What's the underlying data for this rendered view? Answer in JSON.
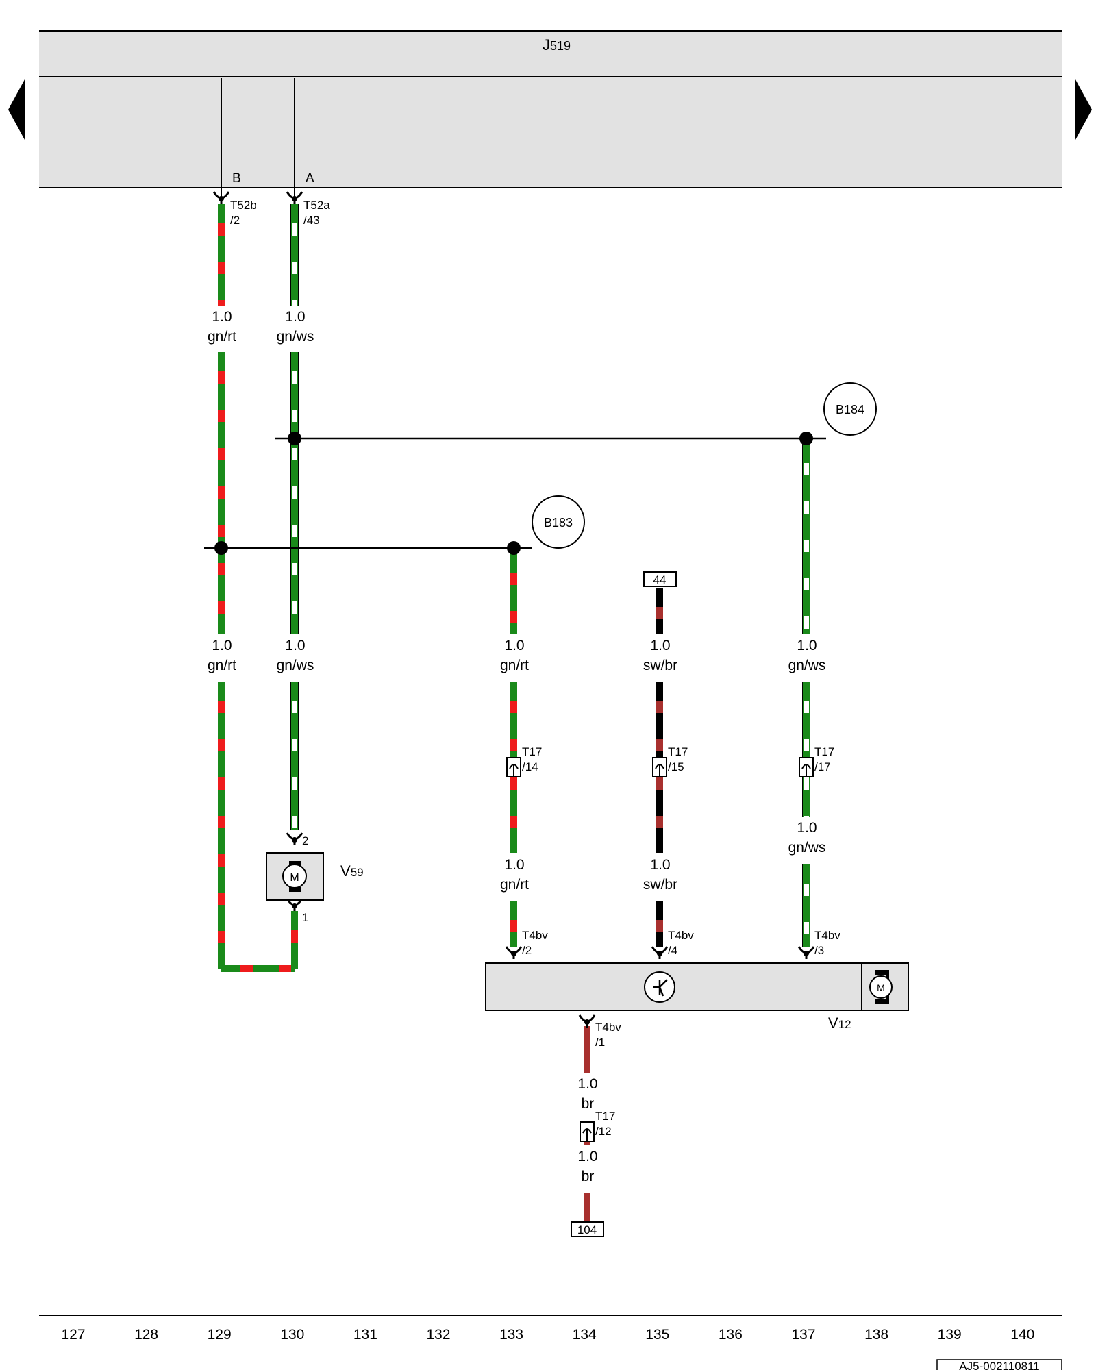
{
  "colors": {
    "gn": "#1a8a1a",
    "rt": "#ee1c1c",
    "ws": "#ffffff",
    "sw": "#000000",
    "br": "#a8302e",
    "box_fill": "#e2e2e2"
  },
  "control_unit": {
    "name": "J",
    "index": "519",
    "pins": {
      "b": "B",
      "a": "A"
    }
  },
  "navigation": {
    "prev": "previous-page",
    "next": "next-page"
  },
  "connectors": {
    "t52b": {
      "name": "T52b",
      "pin": "/2"
    },
    "t52a": {
      "name": "T52a",
      "pin": "/43"
    },
    "t17_14": {
      "name": "T17",
      "pin": "/14"
    },
    "t17_15": {
      "name": "T17",
      "pin": "/15"
    },
    "t17_17": {
      "name": "T17",
      "pin": "/17"
    },
    "t17_12": {
      "name": "T17",
      "pin": "/12"
    },
    "t4bv_2": {
      "name": "T4bv",
      "pin": "/2"
    },
    "t4bv_4": {
      "name": "T4bv",
      "pin": "/4"
    },
    "t4bv_3": {
      "name": "T4bv",
      "pin": "/3"
    },
    "t4bv_1": {
      "name": "T4bv",
      "pin": "/1"
    }
  },
  "wires": {
    "w1": {
      "size": "1.0",
      "color": "gn/rt"
    },
    "w2": {
      "size": "1.0",
      "color": "gn/ws"
    },
    "w3": {
      "size": "1.0",
      "color": "gn/rt"
    },
    "w4": {
      "size": "1.0",
      "color": "gn/ws"
    },
    "w5": {
      "size": "1.0",
      "color": "gn/rt"
    },
    "w6": {
      "size": "1.0",
      "color": "sw/br"
    },
    "w7": {
      "size": "1.0",
      "color": "gn/ws"
    },
    "w8": {
      "size": "1.0",
      "color": "gn/rt"
    },
    "w9": {
      "size": "1.0",
      "color": "sw/br"
    },
    "w10": {
      "size": "1.0",
      "color": "gn/ws"
    },
    "w11": {
      "size": "1.0",
      "color": "br"
    },
    "w12": {
      "size": "1.0",
      "color": "br"
    }
  },
  "splices": {
    "b184": "B184",
    "b183": "B183"
  },
  "refs": {
    "r44": "44",
    "r104": "104"
  },
  "components": {
    "v59": {
      "name": "V",
      "index": "59",
      "pin_top": "2",
      "pin_bottom": "1",
      "motor_symbol": "M"
    },
    "v12": {
      "name": "V",
      "index": "12",
      "motor_symbol": "M"
    }
  },
  "grid_numbers": [
    "127",
    "128",
    "129",
    "130",
    "131",
    "132",
    "133",
    "134",
    "135",
    "136",
    "137",
    "138",
    "139",
    "140"
  ],
  "doc_id": "AJ5-002110811"
}
